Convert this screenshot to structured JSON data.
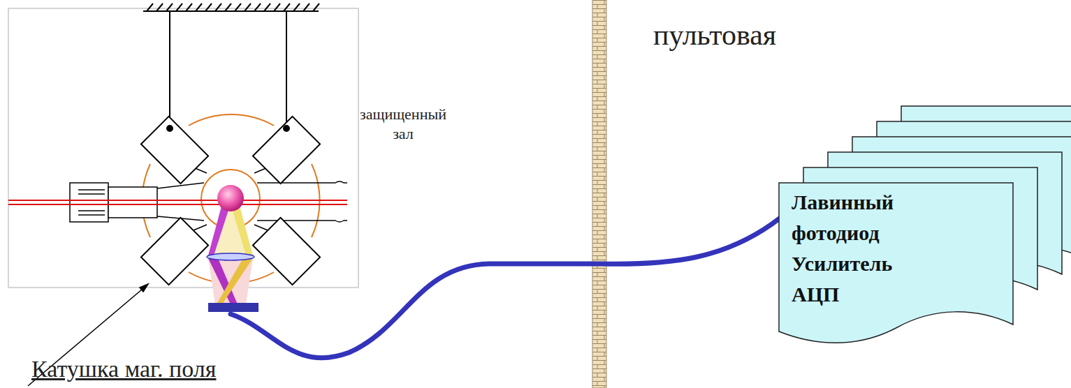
{
  "diagram": {
    "nodes": [
      {
        "text": [
          "Лавинный фотодиод Усилитель АЦП"
        ]
      }
    ],
    "labels": [
      "защищенный зал",
      "пультовая",
      "Катушка маг. поля"
    ]
  }
}
